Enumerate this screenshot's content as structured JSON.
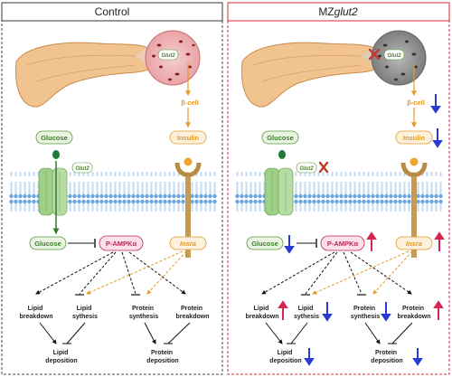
{
  "panels": {
    "control": {
      "title": "Control",
      "glut2": "Glut2",
      "beta_cell": "β-cell",
      "glucose_out": "Glucose",
      "insulin": "Insulin",
      "glut2_membrane": "Glut2",
      "glucose_in": "Glucose",
      "pampk": "P-AMPKα",
      "insra": "Insra",
      "lipid_breakdown": [
        "Lipid",
        "breakdown"
      ],
      "lipid_synthesis": [
        "Lipid",
        "sythesis"
      ],
      "protein_synthesis": [
        "Protein",
        "synthesis"
      ],
      "protein_breakdown": [
        "Protein",
        "breakdown"
      ],
      "lipid_deposition": [
        "Lipid",
        "deposition"
      ],
      "protein_deposition": [
        "Protein",
        "deposition"
      ]
    },
    "mutant": {
      "title_prefix": "MZ",
      "title_gene": "glut2",
      "glut2": "Glut2",
      "beta_cell": "β-cell",
      "glucose_out": "Glucose",
      "insulin": "Insulin",
      "glucose_in": "Glucose",
      "pampk": "P-AMPKα",
      "insra": "Insra",
      "lipid_breakdown": [
        "Lipid",
        "breakdown"
      ],
      "lipid_synthesis": [
        "Lipid",
        "sythesis"
      ],
      "protein_synthesis": [
        "Protein",
        "synthesis"
      ],
      "protein_breakdown": [
        "Protein",
        "breakdown"
      ],
      "lipid_deposition": [
        "Lipid",
        "deposition"
      ],
      "protein_deposition": [
        "Protein",
        "deposition"
      ]
    }
  },
  "colors": {
    "up_arrow": "#d6254f",
    "down_arrow": "#2a3bd1",
    "control_border": "#333333",
    "mutant_border": "#d22a35",
    "glut2_green": "#9fd08a",
    "insulin_orange": "#e39b2a"
  }
}
